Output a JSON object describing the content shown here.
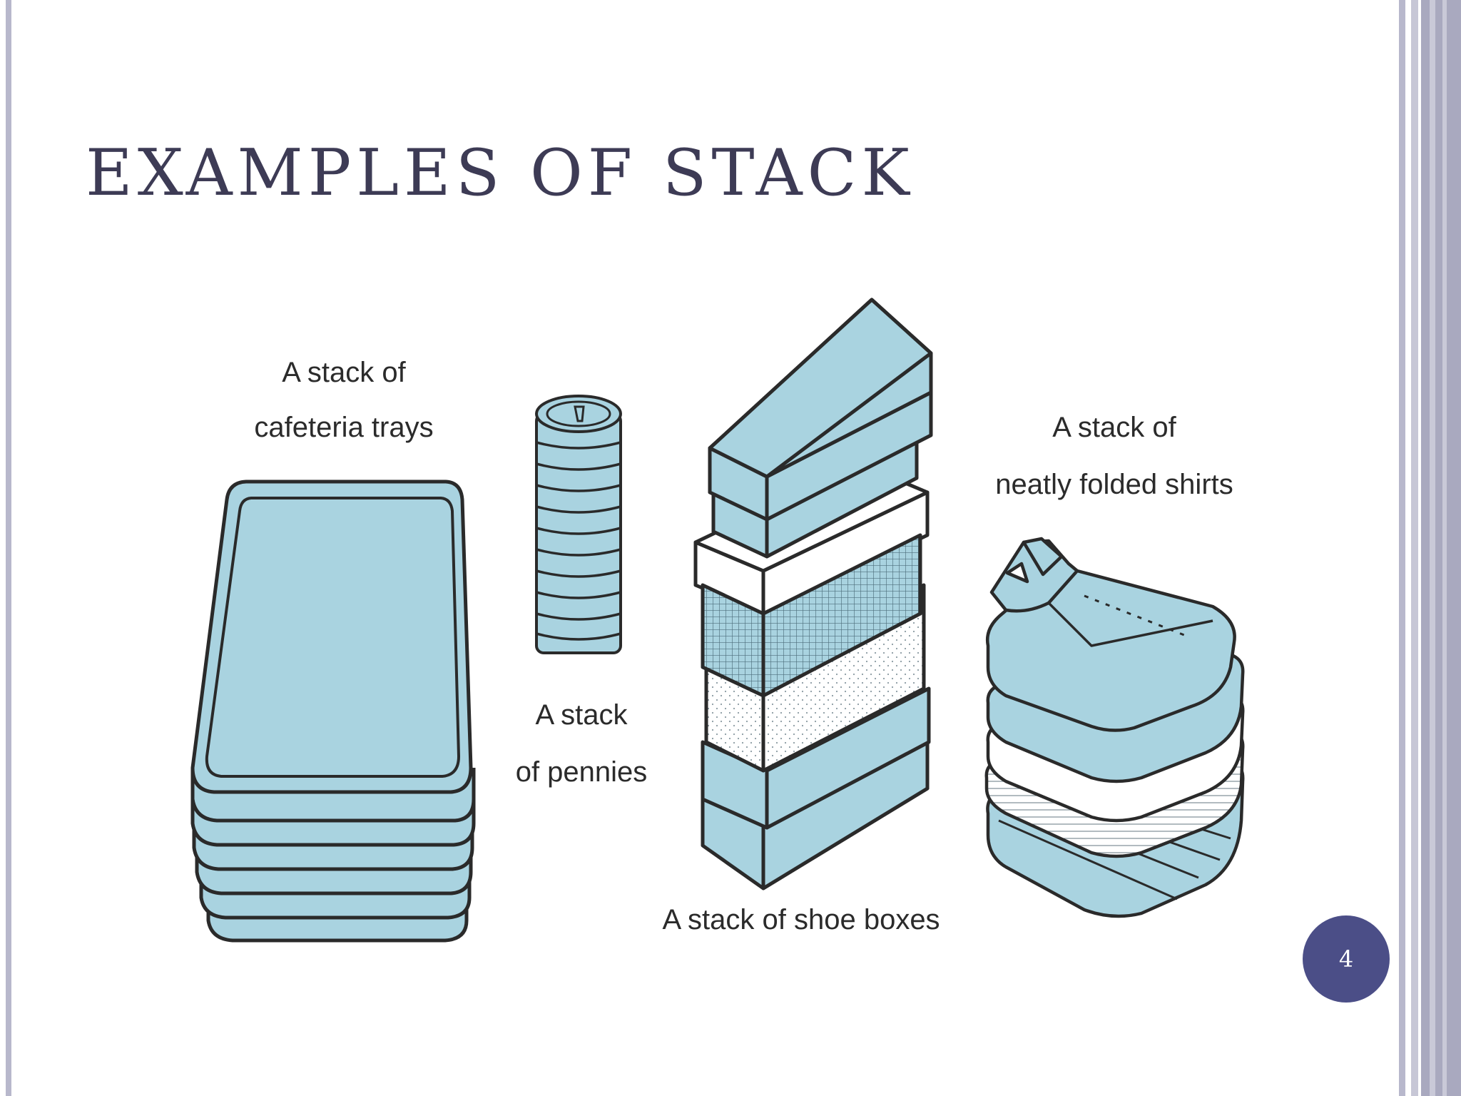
{
  "slide": {
    "title": "EXAMPLES OF STACK",
    "page_number": "4"
  },
  "figure": {
    "labels": {
      "trays_line1": "A stack of",
      "trays_line2": "cafeteria trays",
      "pennies_line1": "A stack",
      "pennies_line2": "of pennies",
      "boxes": "A stack of shoe boxes",
      "shirts_line1": "A stack of",
      "shirts_line2": "neatly folded shirts"
    },
    "colors": {
      "fill": "#a9d3e0",
      "outline": "#2a2a2a",
      "accent": "#4b4e87",
      "title": "#3d3b55"
    }
  }
}
